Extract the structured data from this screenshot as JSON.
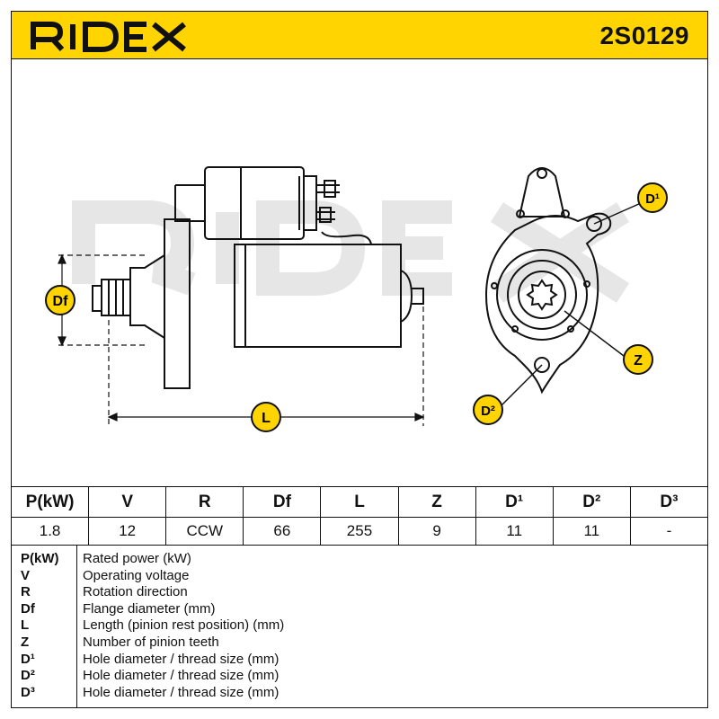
{
  "header": {
    "brand": "RIDEX",
    "part_number": "2S0129"
  },
  "drawing": {
    "watermark": "RIDEX",
    "labels": {
      "df": "Df",
      "l": "L",
      "d1": "D¹",
      "d2": "D²",
      "z": "Z"
    },
    "colors": {
      "accent": "#ffd400",
      "watermark": "#e6e6e6",
      "line": "#111111"
    }
  },
  "spec_table": {
    "headers": [
      "P(kW)",
      "V",
      "R",
      "Df",
      "L",
      "Z",
      "D¹",
      "D²",
      "D³"
    ],
    "values": [
      "1.8",
      "12",
      "CCW",
      "66",
      "255",
      "9",
      "11",
      "11",
      "-"
    ]
  },
  "legend": [
    {
      "key": "P(kW)",
      "desc": "Rated power (kW)"
    },
    {
      "key": "V",
      "desc": "Operating voltage"
    },
    {
      "key": "R",
      "desc": "Rotation direction"
    },
    {
      "key": "Df",
      "desc": "Flange diameter (mm)"
    },
    {
      "key": "L",
      "desc": "Length (pinion rest position) (mm)"
    },
    {
      "key": "Z",
      "desc": "Number of pinion teeth"
    },
    {
      "key": "D¹",
      "desc": "Hole diameter / thread size (mm)"
    },
    {
      "key": "D²",
      "desc": "Hole diameter / thread size (mm)"
    },
    {
      "key": "D³",
      "desc": "Hole diameter / thread size (mm)"
    }
  ]
}
